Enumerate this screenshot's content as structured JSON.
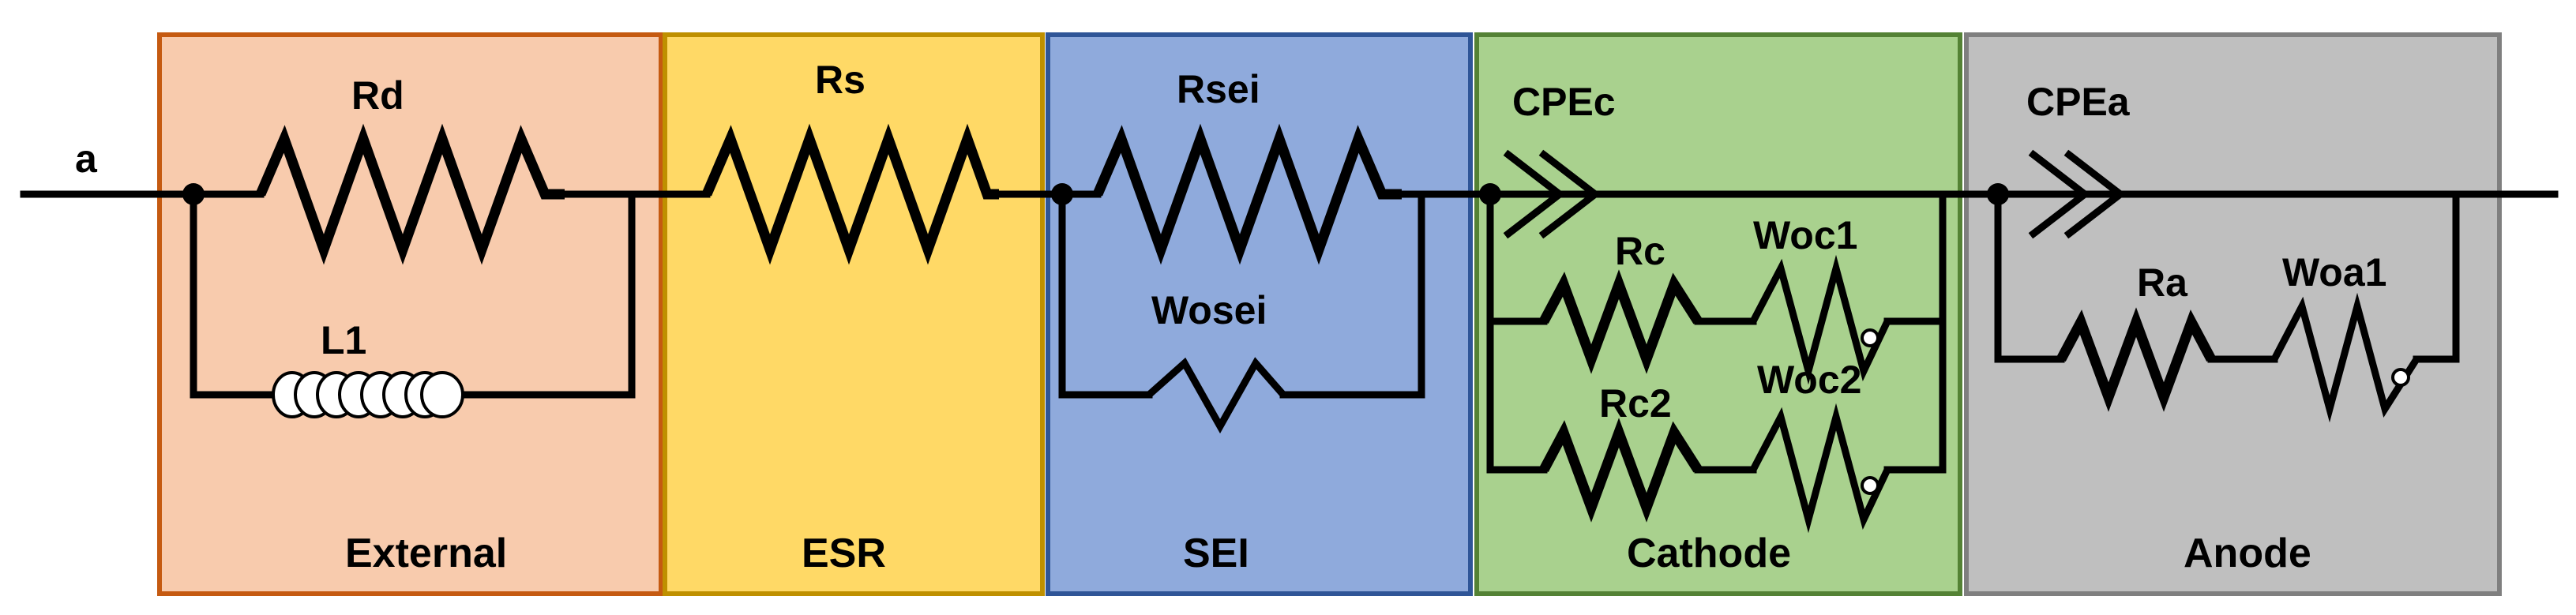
{
  "sections": [
    {
      "id": "external",
      "label": "External",
      "fill": "#f8cbad",
      "stroke": "#c55a11"
    },
    {
      "id": "esr",
      "label": "ESR",
      "fill": "#ffd966",
      "stroke": "#bf9000"
    },
    {
      "id": "sei",
      "label": "SEI",
      "fill": "#8faadc",
      "stroke": "#2f5597"
    },
    {
      "id": "cathode",
      "label": "Cathode",
      "fill": "#a9d18e",
      "stroke": "#548235"
    },
    {
      "id": "anode",
      "label": "Anode",
      "fill": "#bfbfbf",
      "stroke": "#7f7f7f"
    }
  ],
  "terminal_label": "a",
  "components": {
    "rd": "Rd",
    "l1": "L1",
    "rs": "Rs",
    "rsei": "Rsei",
    "wosei": "Wosei",
    "cpec": "CPEc",
    "rc": "Rc",
    "woc1": "Woc1",
    "rc2": "Rc2",
    "woc2": "Woc2",
    "cpea": "CPEa",
    "ra": "Ra",
    "woa1": "Woa1"
  }
}
